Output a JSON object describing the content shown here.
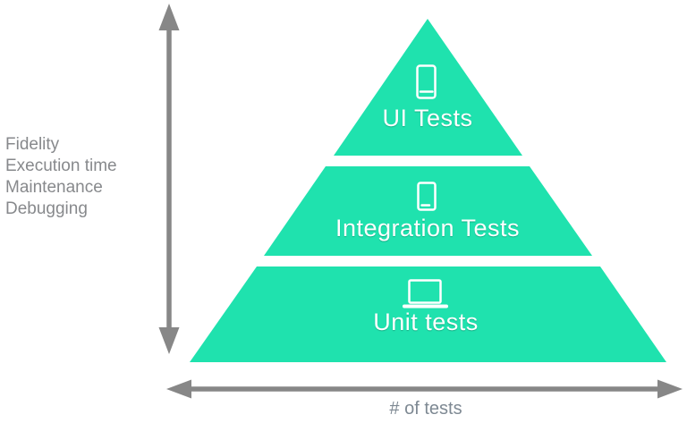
{
  "diagram": {
    "title": "testing-pyramid",
    "tiers": [
      {
        "label": "UI Tests",
        "icon": "smartphone-icon",
        "position": "top"
      },
      {
        "label": "Integration Tests",
        "icon": "tablet-icon",
        "position": "middle"
      },
      {
        "label": "Unit tests",
        "icon": "laptop-icon",
        "position": "bottom"
      }
    ],
    "y_axis": {
      "labels": [
        "Fidelity",
        "Execution time",
        "Maintenance",
        "Debugging"
      ],
      "label_0": "Fidelity",
      "label_1": "Execution time",
      "label_2": "Maintenance",
      "label_3": "Debugging",
      "arrow": "vertical-double-arrow"
    },
    "x_axis": {
      "label": "# of tests",
      "arrow": "horizontal-double-arrow"
    },
    "colors": {
      "pyramid": "#1fe2ae",
      "arrows": "#878787",
      "axis_text": "#87898c",
      "tier_text": "#ffffff",
      "background": "#ffffff"
    }
  }
}
